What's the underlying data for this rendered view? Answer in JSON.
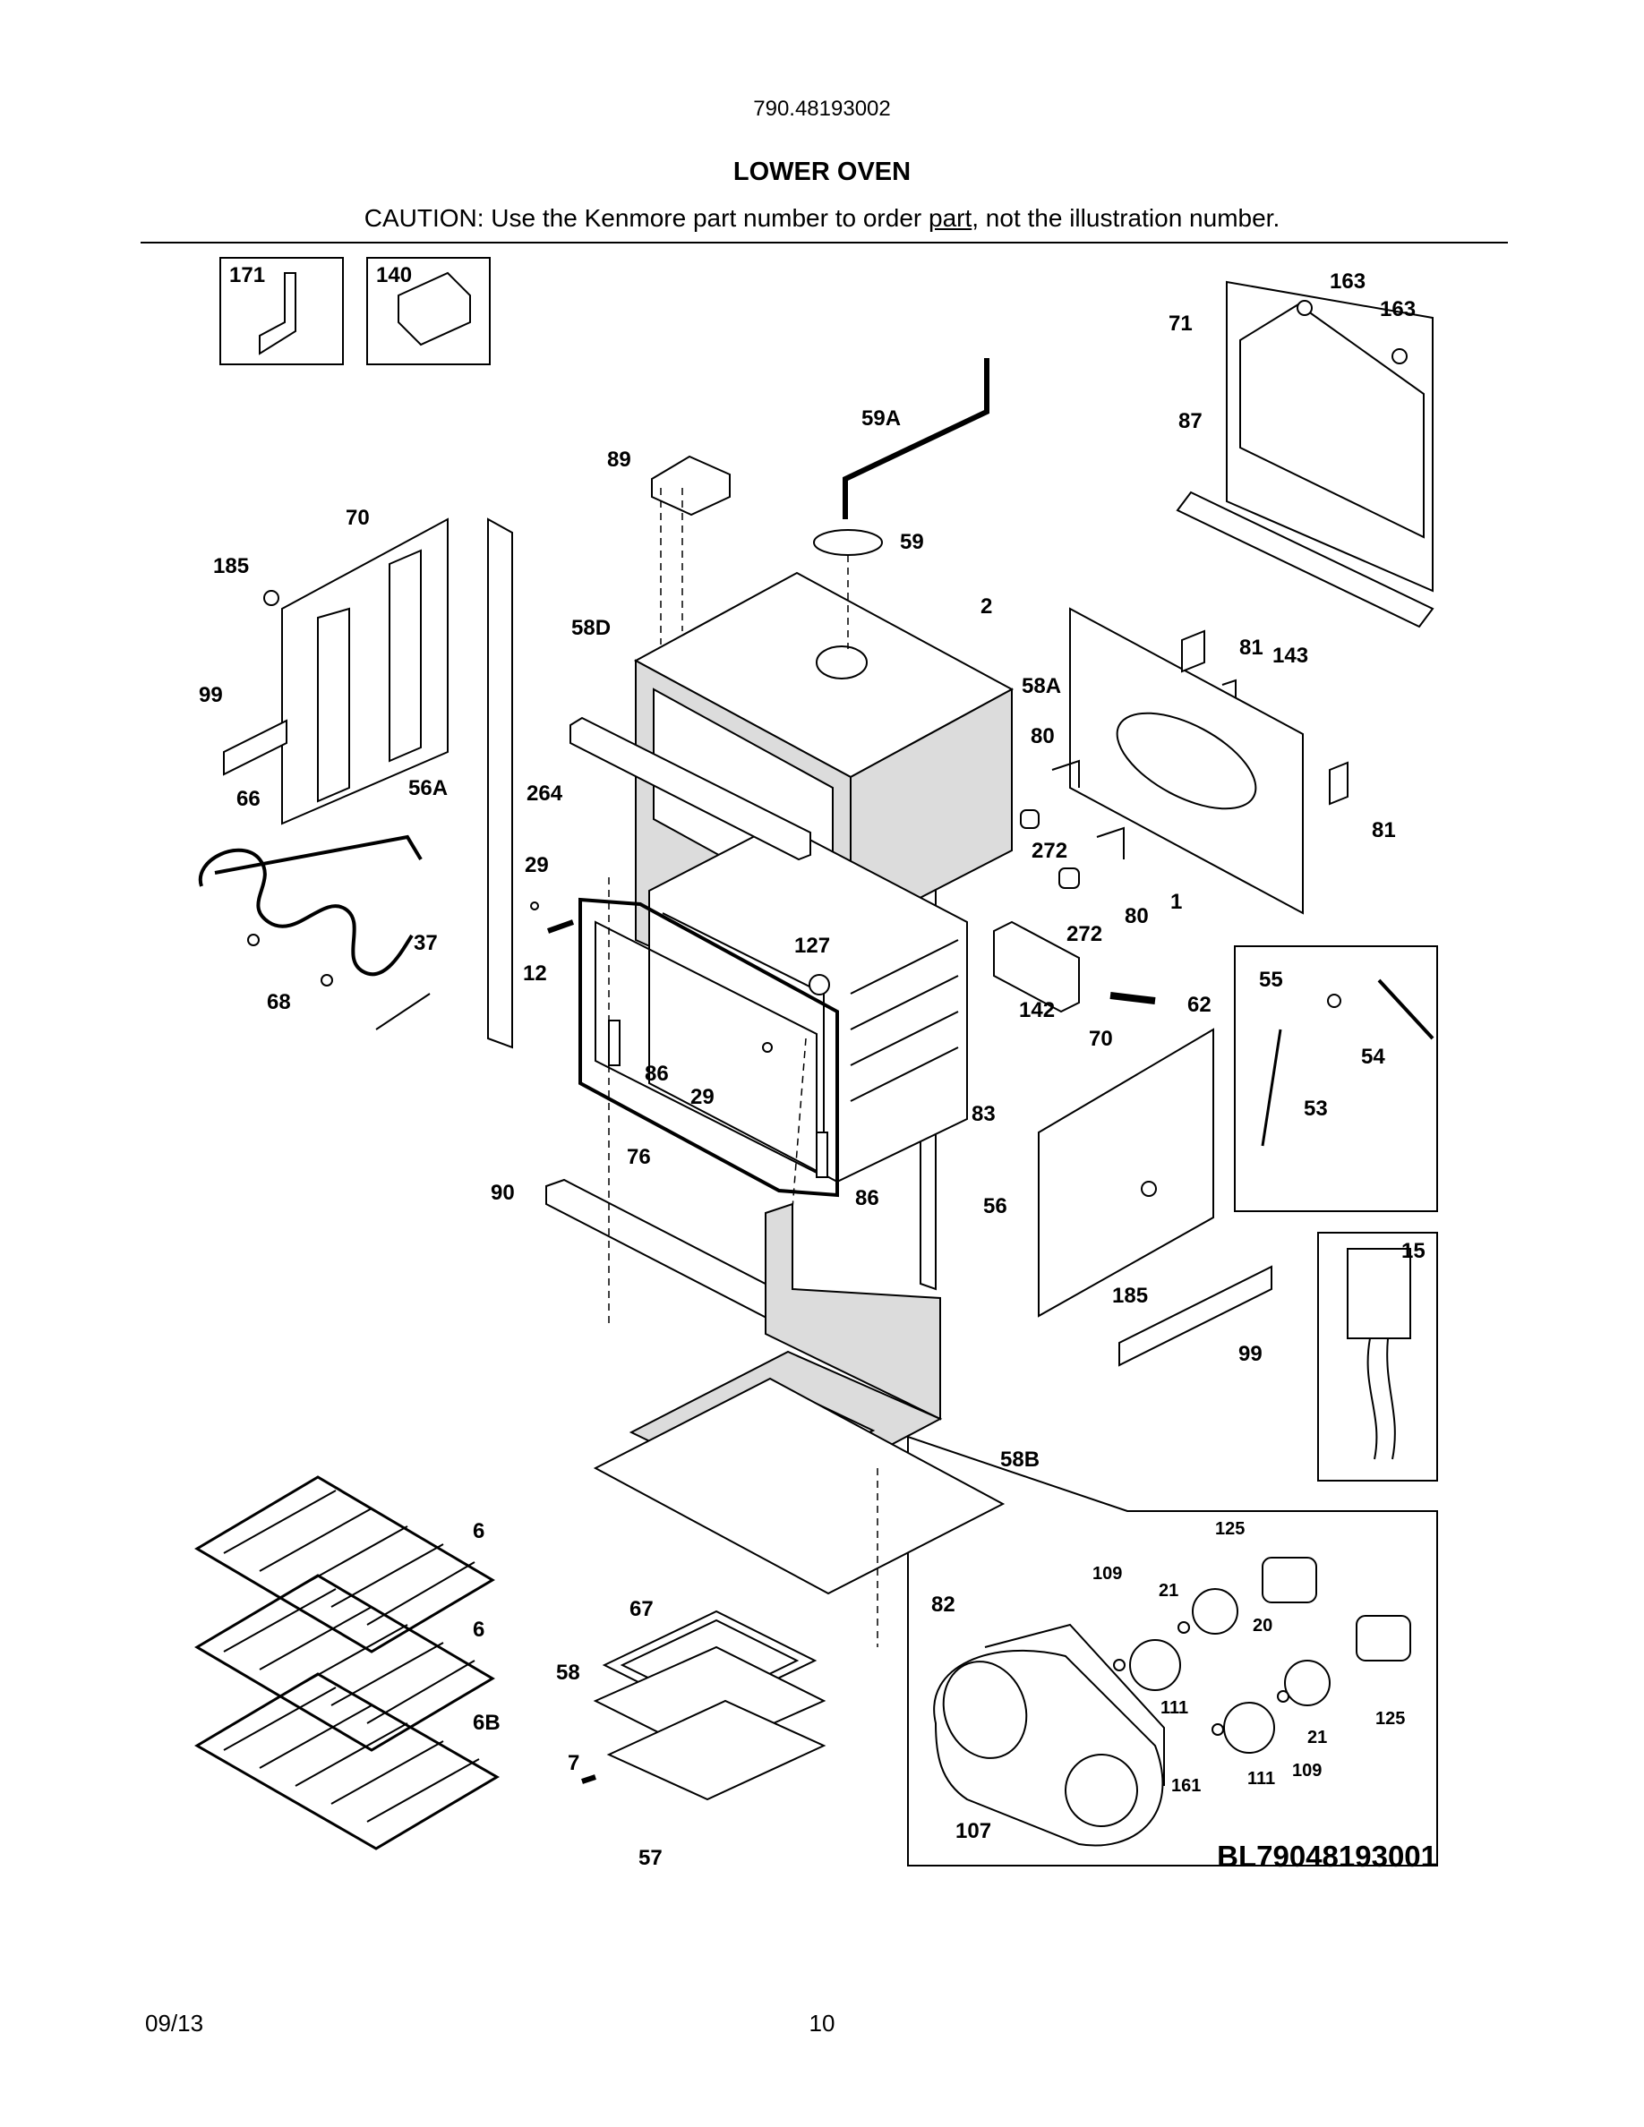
{
  "header": {
    "model_number": "790.48193002",
    "title": "LOWER OVEN",
    "caution_before": "CAUTION: Use the Kenmore part number to order ",
    "caution_underlined": "part",
    "caution_after": ", not the illustration number."
  },
  "callouts": {
    "p171": "171",
    "p140": "140",
    "p163a": "163",
    "p163b": "163",
    "p71": "71",
    "p87": "87",
    "p59A": "59A",
    "p89": "89",
    "p59": "59",
    "p70a": "70",
    "p185a": "185",
    "p2": "2",
    "p58D": "58D",
    "p58A": "58A",
    "p81a": "81",
    "p143": "143",
    "p99a": "99",
    "p80a": "80",
    "p264": "264",
    "p56A": "56A",
    "p81b": "81",
    "p272a": "272",
    "p66": "66",
    "p29a": "29",
    "p272b": "272",
    "p80b": "80",
    "p1": "1",
    "p127": "127",
    "p37": "37",
    "p12": "12",
    "p68": "68",
    "p55": "55",
    "p62": "62",
    "p54": "54",
    "p142": "142",
    "p70b": "70",
    "p86a": "86",
    "p29b": "29",
    "p53": "53",
    "p83": "83",
    "p76": "76",
    "p90": "90",
    "p86b": "86",
    "p56": "56",
    "p15": "15",
    "p185b": "185",
    "p99b": "99",
    "p58B": "58B",
    "p6a": "6",
    "p125a": "125",
    "p109a": "109",
    "p21a": "21",
    "p67": "67",
    "p82": "82",
    "p20": "20",
    "p6b": "6",
    "p58": "58",
    "p111a": "111",
    "p125b": "125",
    "p21b": "21",
    "p6B": "6B",
    "p7": "7",
    "p111b": "111",
    "p109b": "109",
    "p161": "161",
    "p107": "107",
    "p57": "57"
  },
  "diagram_id": "BL79048193001",
  "footer": {
    "date": "09/13",
    "page": "10"
  }
}
